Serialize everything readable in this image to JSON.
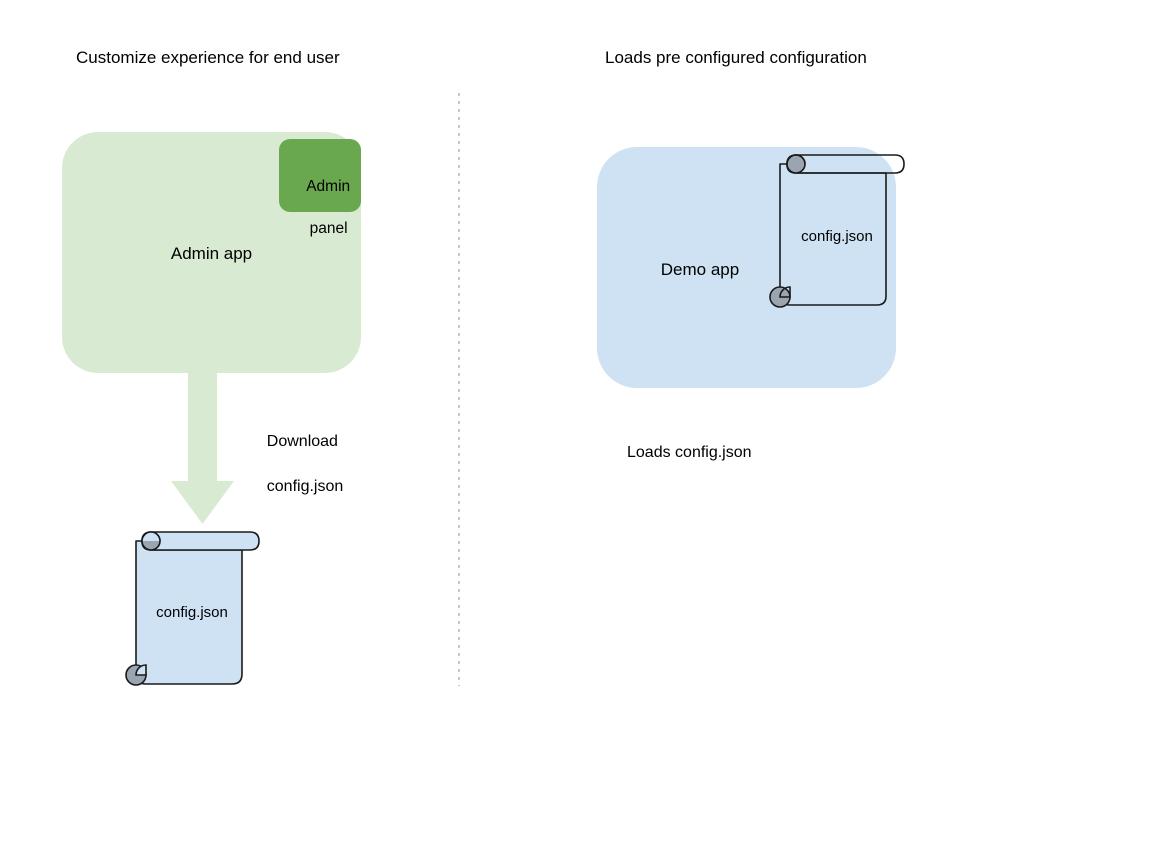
{
  "diagram": {
    "background": "#ffffff",
    "left_column": {
      "title": "Customize experience for end user",
      "app_box": {
        "label": "Admin app",
        "fill": "#d9ead3"
      },
      "panel_box": {
        "label_line1": "Admin",
        "label_line2": "panel",
        "fill": "#6aa84f"
      },
      "arrow": {
        "label_line1": "Download",
        "label_line2": "config.json",
        "fill": "#d9ead3"
      },
      "scroll": {
        "label": "config.json",
        "fill": "#cfe2f3",
        "stroke": "#1a1a1a",
        "curl_fill": "#9aa5b1"
      }
    },
    "right_column": {
      "title": "Loads pre configured configuration",
      "app_box": {
        "label": "Demo app",
        "fill": "#cfe2f3"
      },
      "scroll": {
        "label": "config.json",
        "fill": "none",
        "stroke": "#1a1a1a",
        "curl_fill": "#9aa5b1"
      },
      "caption": "Loads config.json"
    },
    "divider": {
      "name": "vertical-dotted-divider",
      "color": "#b0b0b0"
    }
  }
}
